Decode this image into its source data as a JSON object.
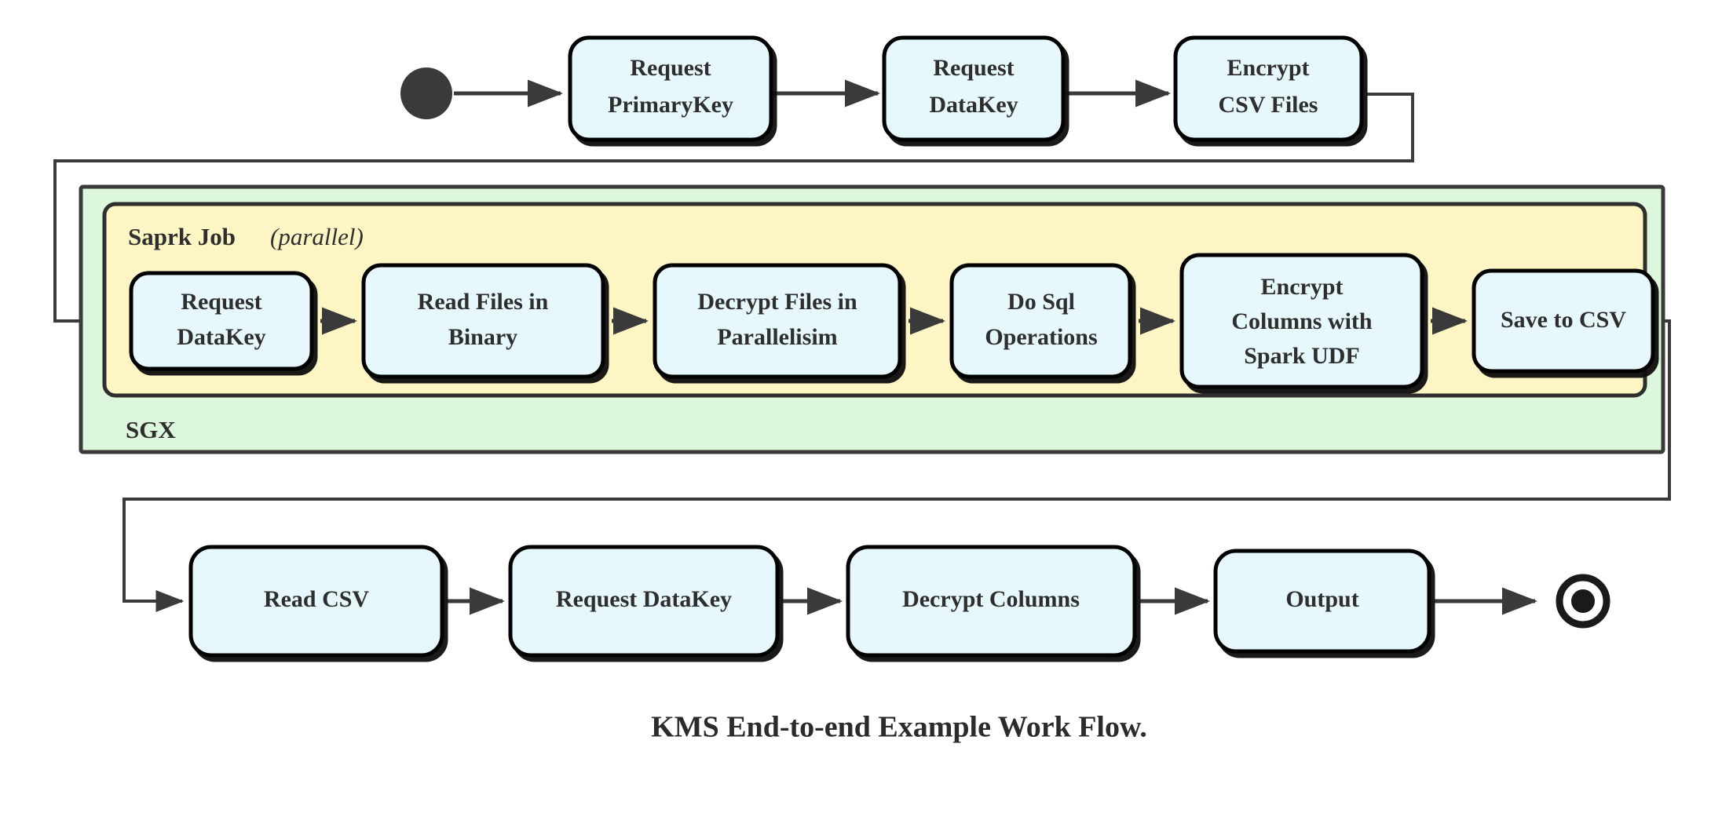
{
  "diagram": {
    "title": "KMS End-to-end Example Work Flow.",
    "colors": {
      "node_fill": "#e6f8fc",
      "node_stroke": "#000000",
      "sgx_fill": "#ddf7dd",
      "spark_fill": "#fdf6c4",
      "edge": "#3a3a3a",
      "text": "#2e2e2e",
      "background": "#ffffff"
    },
    "start_node": {
      "name": "start",
      "shape": "filled-circle"
    },
    "end_node": {
      "name": "end",
      "shape": "bullseye-circle"
    },
    "containers": [
      {
        "id": "sgx",
        "label": "SGX",
        "label_position": "bottom-left",
        "fill": "#ddf7dd"
      },
      {
        "id": "spark-job",
        "label": "Saprk Job",
        "label_suffix": "(parallel)",
        "label_position": "top-left",
        "fill": "#fdf6c4"
      }
    ],
    "rows": {
      "top": {
        "name": "top-row",
        "nodes": [
          {
            "id": "request-primarykey",
            "lines": [
              "Request",
              "PrimaryKey"
            ]
          },
          {
            "id": "request-datakey-top",
            "lines": [
              "Request",
              "DataKey"
            ]
          },
          {
            "id": "encrypt-csv-files",
            "lines": [
              "Encrypt",
              "CSV Files"
            ]
          }
        ]
      },
      "spark": {
        "name": "spark-row",
        "nodes": [
          {
            "id": "request-datakey-spark",
            "lines": [
              "Request",
              "DataKey"
            ]
          },
          {
            "id": "read-files-in-binary",
            "lines": [
              "Read Files in",
              "Binary"
            ]
          },
          {
            "id": "decrypt-files-in-parallelisim",
            "lines": [
              "Decrypt Files in",
              "Parallelisim"
            ]
          },
          {
            "id": "do-sql-operations",
            "lines": [
              "Do Sql",
              "Operations"
            ]
          },
          {
            "id": "encrypt-columns-with-spark-udf",
            "lines": [
              "Encrypt",
              "Columns with",
              "Spark UDF"
            ]
          },
          {
            "id": "save-to-csv",
            "lines": [
              "Save to CSV"
            ]
          }
        ]
      },
      "bottom": {
        "name": "bottom-row",
        "nodes": [
          {
            "id": "read-csv",
            "lines": [
              "Read CSV"
            ]
          },
          {
            "id": "request-datakey-bottom",
            "lines": [
              "Request DataKey"
            ]
          },
          {
            "id": "decrypt-columns",
            "lines": [
              "Decrypt Columns"
            ]
          },
          {
            "id": "output",
            "lines": [
              "Output"
            ]
          }
        ]
      }
    },
    "edges": [
      {
        "from": "start",
        "to": "request-primarykey",
        "type": "straight"
      },
      {
        "from": "request-primarykey",
        "to": "request-datakey-top",
        "type": "straight"
      },
      {
        "from": "request-datakey-top",
        "to": "encrypt-csv-files",
        "type": "straight"
      },
      {
        "from": "encrypt-csv-files",
        "to": "request-datakey-spark",
        "type": "routed-left"
      },
      {
        "from": "request-datakey-spark",
        "to": "read-files-in-binary",
        "type": "straight"
      },
      {
        "from": "read-files-in-binary",
        "to": "decrypt-files-in-parallelisim",
        "type": "straight"
      },
      {
        "from": "decrypt-files-in-parallelisim",
        "to": "do-sql-operations",
        "type": "straight"
      },
      {
        "from": "do-sql-operations",
        "to": "encrypt-columns-with-spark-udf",
        "type": "straight"
      },
      {
        "from": "encrypt-columns-with-spark-udf",
        "to": "save-to-csv",
        "type": "straight"
      },
      {
        "from": "save-to-csv",
        "to": "read-csv",
        "type": "routed-right-down-left"
      },
      {
        "from": "read-csv",
        "to": "request-datakey-bottom",
        "type": "straight"
      },
      {
        "from": "request-datakey-bottom",
        "to": "decrypt-columns",
        "type": "straight"
      },
      {
        "from": "decrypt-columns",
        "to": "output",
        "type": "straight"
      },
      {
        "from": "output",
        "to": "end",
        "type": "straight"
      }
    ]
  }
}
